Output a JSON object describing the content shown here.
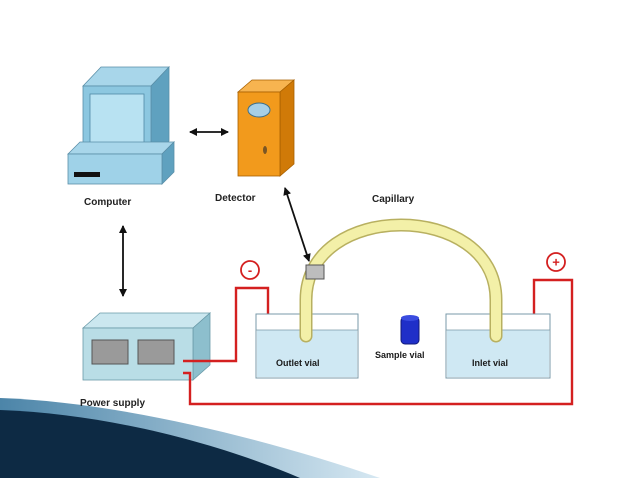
{
  "diagram": {
    "labels": {
      "computer": "Computer",
      "detector": "Detector",
      "capillary": "Capillary",
      "power_supply": "Power supply",
      "outlet_vial": "Outlet vial",
      "sample_vial": "Sample vial",
      "inlet_vial": "Inlet vial"
    },
    "electrodes": {
      "negative": "-",
      "positive": "+"
    },
    "connections": [
      {
        "from": "computer",
        "to": "detector",
        "type": "bidirectional-arrow"
      },
      {
        "from": "computer",
        "to": "power_supply",
        "type": "bidirectional-arrow"
      },
      {
        "from": "detector",
        "to": "capillary",
        "type": "bidirectional-arrow"
      },
      {
        "from": "power_supply",
        "to": "outlet_vial",
        "type": "wire",
        "polarity": "negative"
      },
      {
        "from": "power_supply",
        "to": "inlet_vial",
        "type": "wire",
        "polarity": "positive"
      }
    ]
  },
  "colors": {
    "wire": "#d42020",
    "capillary": "#f3f0a8",
    "capillary_edge": "#b8b060",
    "detector": "#f29a1c",
    "computer": "#7fc0dc",
    "power_supply": "#b9dde6",
    "vial_liquid": "#cfe8f3",
    "sample_vial": "#1f2fc8",
    "corner_dark": "#0d2a44",
    "corner_blue": "#5fa3c8"
  }
}
